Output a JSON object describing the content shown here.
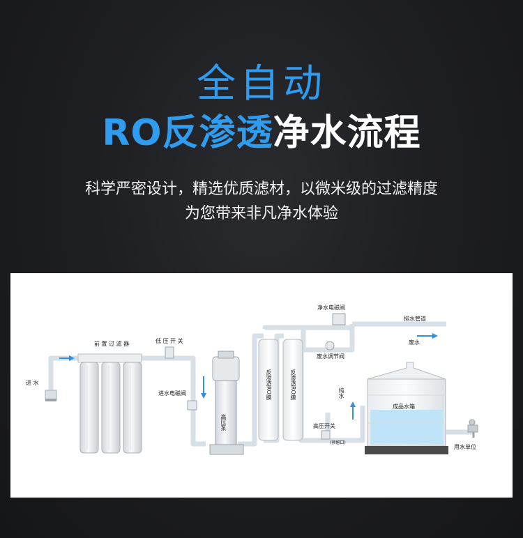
{
  "heading": {
    "line1": "全自动",
    "line2_accent": "RO反渗透",
    "line2_rest": "净水流程"
  },
  "subtitle": {
    "line1": "科学严密设计，精选优质滤材，以微米级的过滤精度",
    "line2": "为您带来非凡净水体验"
  },
  "diagram": {
    "labels": {
      "inlet": "进 水",
      "pre_filter": "前 置 过 滤 器",
      "low_pressure_switch": "低 压 开 关",
      "inlet_solenoid": "进水电磁阀",
      "pump": "高压泵",
      "ro_membrane_1": "反渗透RO膜",
      "ro_membrane_2": "反渗透RO膜",
      "pure_solenoid": "净水电磁阀",
      "drain_pipe": "排水管道",
      "waste_valve": "废水调节阀",
      "waste_water": "废水",
      "pure_water": "纯水",
      "high_pressure_switch": "高压开关",
      "reserve_port": "(预留口)",
      "tank": "成品水箱",
      "use_unit": "用水单位"
    },
    "colors": {
      "pipe": "#d7dfe7",
      "arrow": "#2f8fe0",
      "water": "#bfe3f7",
      "tank_base": "#4a4a4a"
    }
  }
}
